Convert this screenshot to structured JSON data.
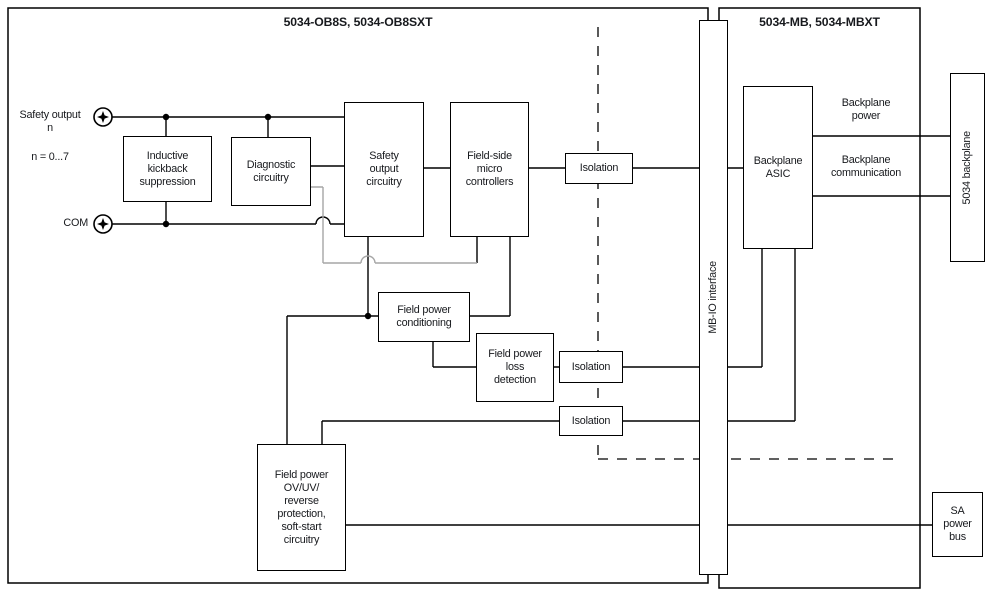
{
  "diagram_titles": {
    "left": "5034-OB8S, 5034-OB8SXT",
    "right": "5034-MB, 5034-MBXT"
  },
  "terminals": {
    "safety_output": "Safety output\nn",
    "safety_output_range": "n = 0...7",
    "com": "COM"
  },
  "blocks": {
    "inductive_kickback": "Inductive\nkickback\nsuppression",
    "diagnostic": "Diagnostic\ncircuitry",
    "safety_output_circuitry": "Safety\noutput\ncircuitry",
    "field_side_micro": "Field-side\nmicro\ncontrollers",
    "isolation_1": "Isolation",
    "isolation_2": "Isolation",
    "isolation_3": "Isolation",
    "field_power_conditioning": "Field power\nconditioning",
    "field_power_loss": "Field power\nloss\ndetection",
    "field_power_protection": "Field power\nOV/UV/\nreverse\nprotection,\nsoft-start\ncircuitry",
    "mb_io_interface": "MB-IO interface",
    "backplane_asic": "Backplane\nASIC",
    "backplane_5034": "5034 backplane",
    "sa_power_bus": "SA\npower\nbus"
  },
  "bus_labels": {
    "backplane_power": "Backplane\npower",
    "backplane_communication": "Backplane\ncommunication"
  },
  "colors": {
    "line": "#000000",
    "gray_line": "#a6a6a6",
    "text": "#17191d",
    "background": "#ffffff"
  }
}
